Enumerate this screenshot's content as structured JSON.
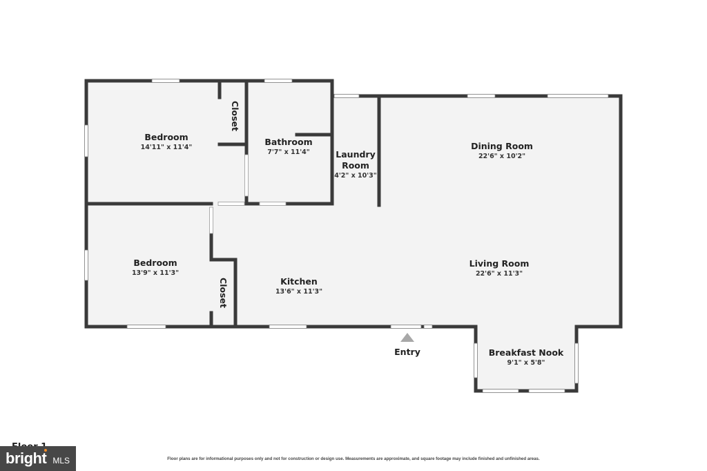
{
  "rooms": [
    {
      "name": "Bedroom",
      "dims": "14'11\" x 11'4\""
    },
    {
      "name": "Bathroom",
      "dims": "7'7\" x 11'4\""
    },
    {
      "name": "Laundry",
      "name2": "Room",
      "dims": "4'2\" x 10'3\""
    },
    {
      "name": "Dining Room",
      "dims": "22'6\" x 10'2\""
    },
    {
      "name": "Bedroom",
      "dims": "13'9\" x 11'3\""
    },
    {
      "name": "Kitchen",
      "dims": "13'6\" x 11'3\""
    },
    {
      "name": "Living Room",
      "dims": "22'6\" x 11'3\""
    },
    {
      "name": "Breakfast Nook",
      "dims": "9'1\" x 5'8\""
    }
  ],
  "closets": [
    "Closet",
    "Closet"
  ],
  "entry_label": "Entry",
  "floor_label": "Floor 1",
  "disclaimer": "Floor plans are for informational purposes only and not for construction or design use. Measurements are approximate, and square footage may include finished and unfinished areas.",
  "logo": {
    "main": "bright",
    "sub": "MLS"
  },
  "colors": {
    "wall": "#3a3a3a",
    "floor": "#f3f3f3",
    "window": "#ffffff",
    "logo_bg": "#474747",
    "logo_accent": "#f28c28"
  }
}
